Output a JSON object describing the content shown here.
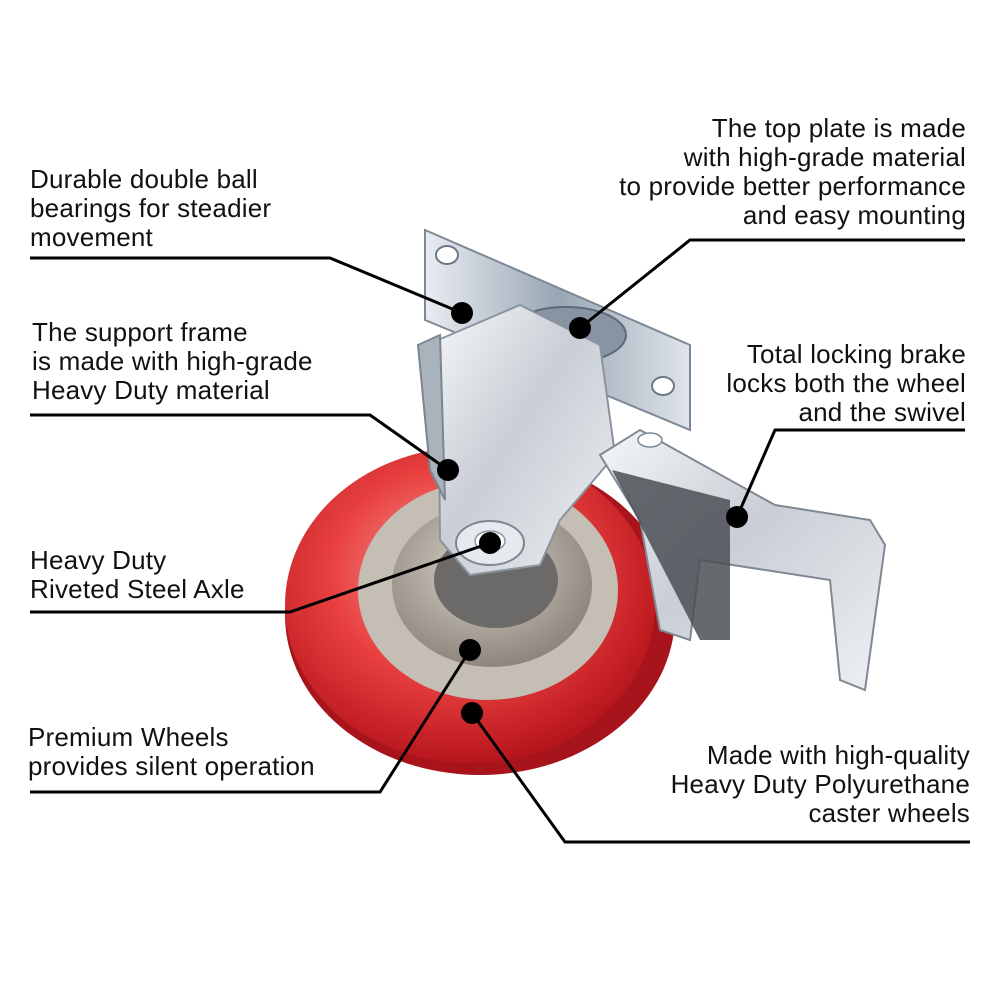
{
  "callouts": {
    "bearings": {
      "lines": [
        "Durable double ball",
        "bearings for steadier",
        "movement"
      ]
    },
    "top_plate": {
      "lines": [
        "The top plate is made",
        "with high-grade material",
        "to provide better performance",
        "and easy mounting"
      ]
    },
    "support_frame": {
      "lines": [
        "The support frame",
        "is made with high-grade",
        "Heavy Duty material"
      ]
    },
    "brake": {
      "lines": [
        "Total locking brake",
        "locks both the wheel",
        "and the swivel"
      ]
    },
    "axle": {
      "lines": [
        "Heavy Duty",
        "Riveted Steel Axle"
      ]
    },
    "premium_wheels": {
      "lines": [
        "Premium Wheels",
        "provides silent operation"
      ]
    },
    "polyurethane": {
      "lines": [
        "Made with high-quality",
        "Heavy Duty Polyurethane",
        "caster wheels"
      ]
    }
  },
  "colors": {
    "wheel_red": "#e2262b",
    "wheel_light_red": "#f47a77",
    "hub_gray": "#b9b2a8",
    "metal": "#d9dde2",
    "leader": "#000000"
  }
}
